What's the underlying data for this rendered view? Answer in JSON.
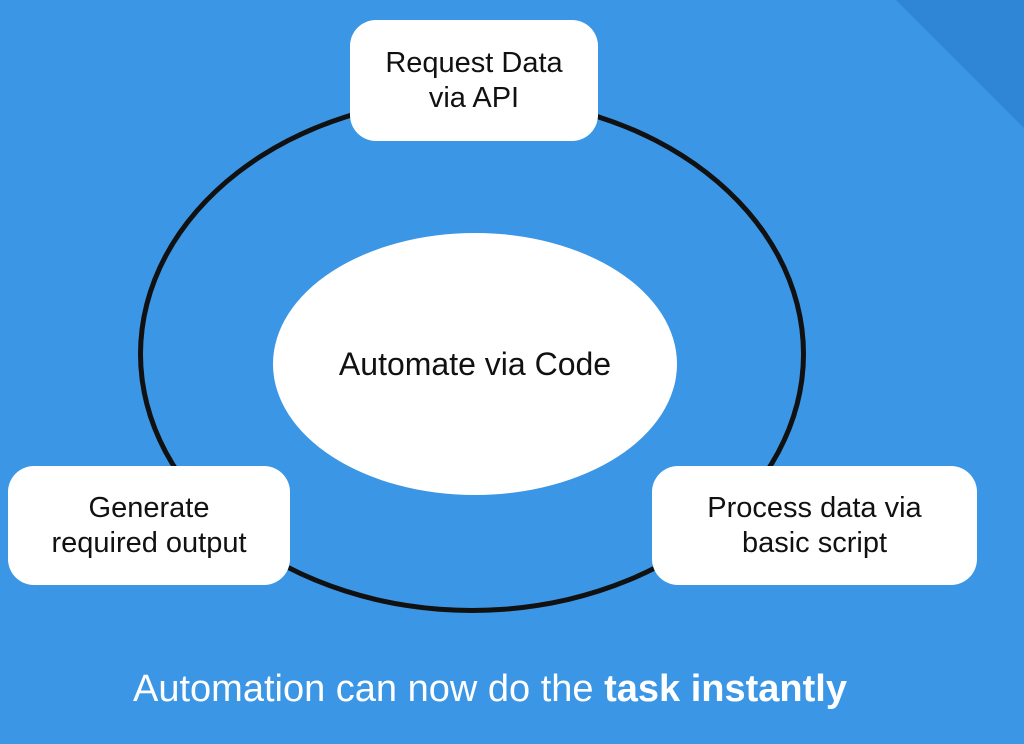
{
  "diagram": {
    "center_label": "Automate via Code",
    "nodes": {
      "top": "Request Data\nvia API",
      "right": "Process data via\nbasic script",
      "left": "Generate\nrequired output"
    }
  },
  "caption": {
    "prefix": "Automation can now do the ",
    "emphasis": "task instantly"
  },
  "colors": {
    "background": "#3b96e6",
    "corner_accent": "#2f86d6",
    "ring": "#111111",
    "node_fill": "#ffffff",
    "caption_text": "#ffffff"
  }
}
